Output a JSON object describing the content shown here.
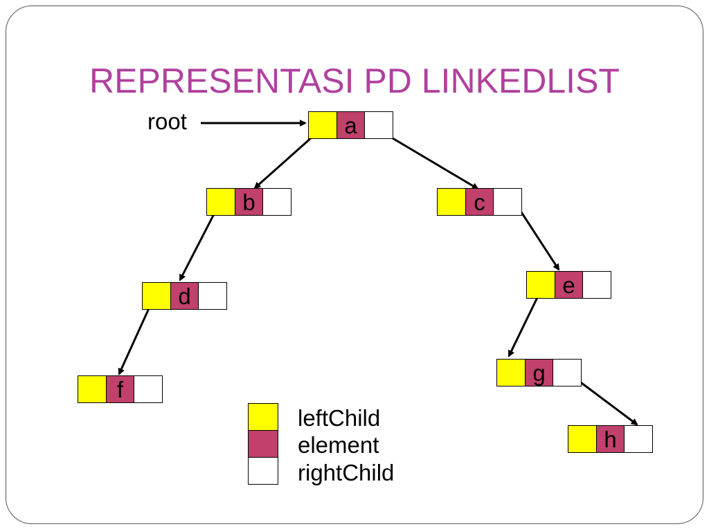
{
  "title": "REPRESENTASI PD LINKEDLIST",
  "root_label": "root",
  "colors": {
    "left_child": "#ffff00",
    "element": "#c0416b",
    "right_child": "#ffffff",
    "title": "#b0409e"
  },
  "nodes": {
    "a": {
      "element": "a"
    },
    "b": {
      "element": "b"
    },
    "c": {
      "element": "c"
    },
    "d": {
      "element": "d"
    },
    "e": {
      "element": "e"
    },
    "f": {
      "element": "f"
    },
    "g": {
      "element": "g"
    },
    "h": {
      "element": "h"
    }
  },
  "edges": [
    {
      "from": "a",
      "to": "b",
      "side": "left"
    },
    {
      "from": "a",
      "to": "c",
      "side": "right"
    },
    {
      "from": "b",
      "to": "d",
      "side": "left"
    },
    {
      "from": "d",
      "to": "f",
      "side": "left"
    },
    {
      "from": "c",
      "to": "e",
      "side": "right"
    },
    {
      "from": "e",
      "to": "g",
      "side": "left"
    },
    {
      "from": "g",
      "to": "h",
      "side": "right"
    }
  ],
  "legend": {
    "left_child": "leftChild",
    "element": "element",
    "right_child": "rightChild"
  }
}
